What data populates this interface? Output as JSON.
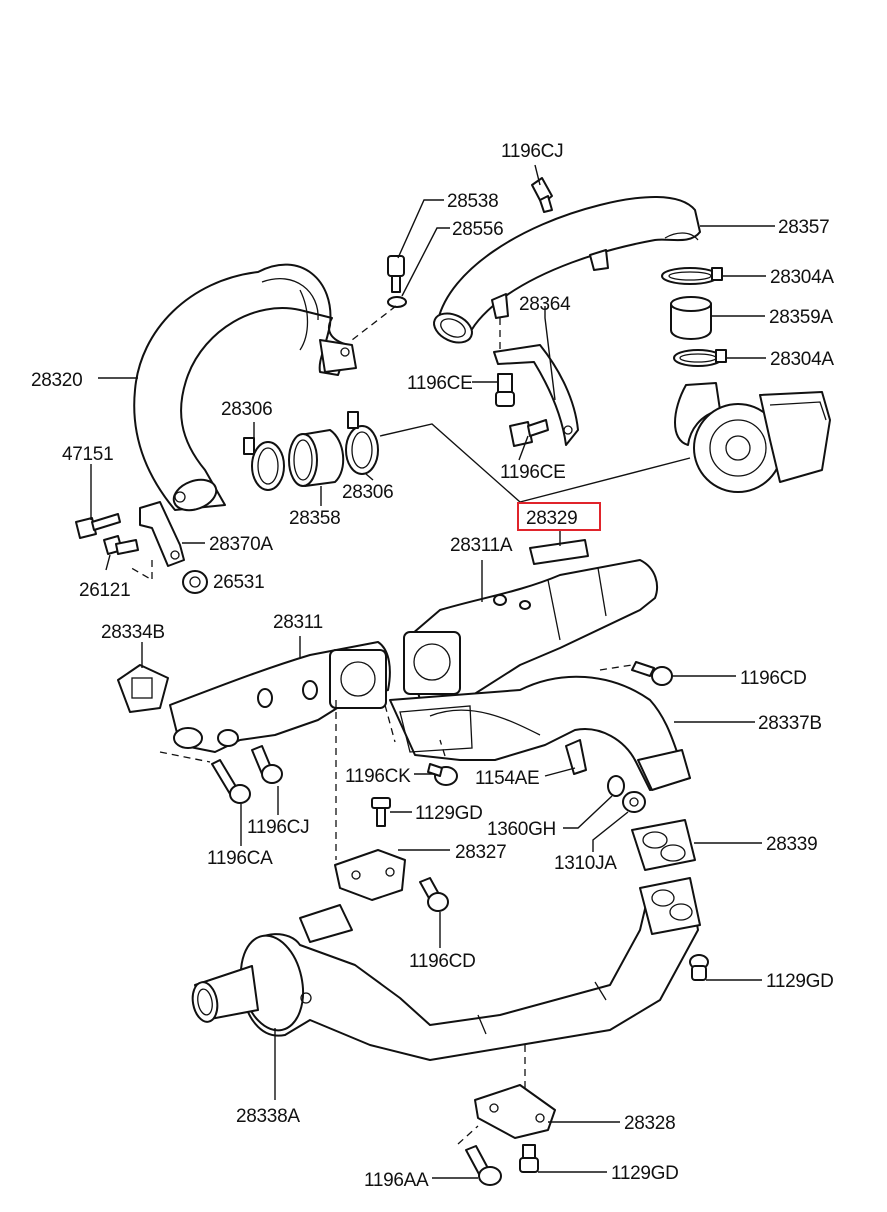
{
  "diagram": {
    "highlight_color": "#e0242b",
    "labels": {
      "l_1196CJ_top": "1196CJ",
      "l_28538": "28538",
      "l_28556": "28556",
      "l_28357": "28357",
      "l_28304A_top": "28304A",
      "l_28364": "28364",
      "l_28359A": "28359A",
      "l_28304A_bot": "28304A",
      "l_28320": "28320",
      "l_1196CE_left": "1196CE",
      "l_28306_left": "28306",
      "l_47151": "47151",
      "l_1196CE_bot": "1196CE",
      "l_28306_right": "28306",
      "l_28358": "28358",
      "l_28329": "28329",
      "l_28370A": "28370A",
      "l_28311A": "28311A",
      "l_26121": "26121",
      "l_26531": "26531",
      "l_28334B": "28334B",
      "l_28311": "28311",
      "l_1196CD_right": "1196CD",
      "l_28337B": "28337B",
      "l_1196CK": "1196CK",
      "l_1154AE": "1154AE",
      "l_1129GD_mid": "1129GD",
      "l_1196CJ_bot": "1196CJ",
      "l_1360GH": "1360GH",
      "l_28339": "28339",
      "l_28327": "28327",
      "l_1196CA": "1196CA",
      "l_1310JA": "1310JA",
      "l_1196CD_bot": "1196CD",
      "l_1129GD_right": "1129GD",
      "l_28338A": "28338A",
      "l_28328": "28328",
      "l_1196AA": "1196AA",
      "l_1129GD_bot": "1129GD"
    }
  }
}
